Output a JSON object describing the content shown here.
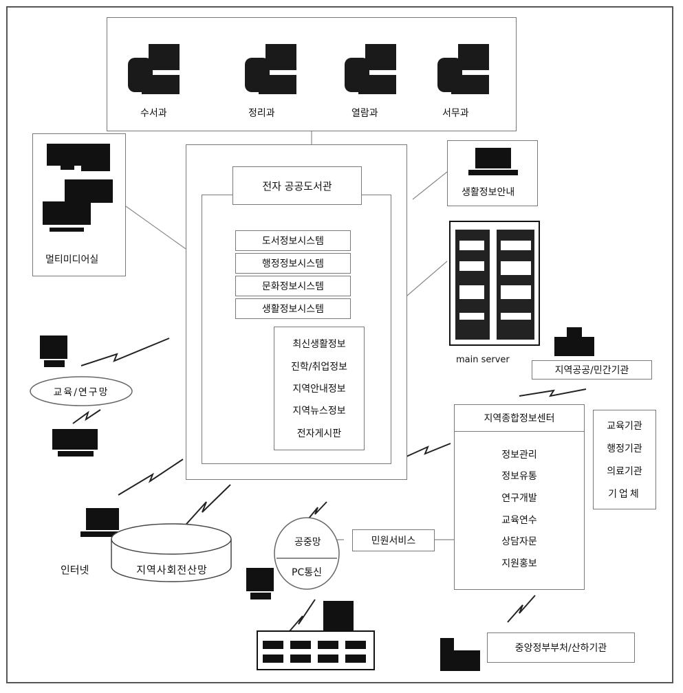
{
  "departments": [
    "수서과",
    "정리과",
    "열람과",
    "서무과"
  ],
  "multimedia": "멀티미디어실",
  "library": {
    "title": "전자 공공도서관",
    "systems": [
      "도서정보시스템",
      "행정정보시스템",
      "문화정보시스템",
      "생활정보시스템"
    ],
    "info_items": [
      "최신생활정보",
      "진학/취업정보",
      "지역안내정보",
      "지역뉴스정보",
      "전자게시판"
    ]
  },
  "living_info": "생활정보안내",
  "main_server": "main server",
  "regional_public": "지역공공/민간기관",
  "edu_net": "교육/연구망",
  "center": {
    "title": "지역종합정보센터",
    "items": [
      "정보관리",
      "정보유통",
      "연구개발",
      "교육연수",
      "상담자문",
      "지원홍보"
    ]
  },
  "institutions": [
    "교육기관",
    "행정기관",
    "의료기관",
    "기업체"
  ],
  "internet": "인터넷",
  "community_net": "지역사회전산망",
  "public_net": "공중망",
  "pc_comm": "PC통신",
  "civil_service": "민원서비스",
  "central_gov": "중앙정부부처/산하기관"
}
